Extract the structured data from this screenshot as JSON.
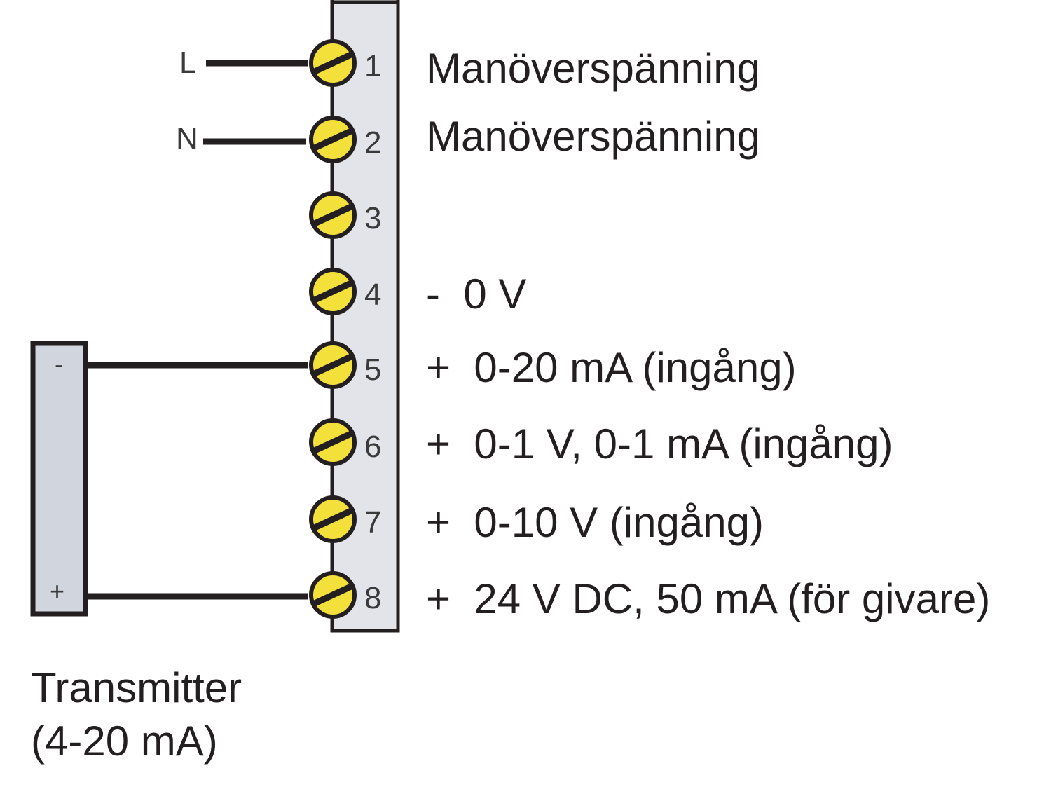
{
  "colors": {
    "strip_fill": "#e3e4e9",
    "screw_fill": "#f4e03a",
    "outline": "#231f20",
    "transmitter_fill": "#d1d5dd"
  },
  "icons": {
    "screw": "screw-terminal-icon"
  },
  "terminals": [
    {
      "num": "1",
      "label": "Manöverspänning",
      "wire": "L"
    },
    {
      "num": "2",
      "label": "Manöverspänning",
      "wire": "N"
    },
    {
      "num": "3",
      "label": "",
      "wire": ""
    },
    {
      "num": "4",
      "label": "-  0 V",
      "wire": ""
    },
    {
      "num": "5",
      "label": "+  0-20 mA (ingång)",
      "wire": ""
    },
    {
      "num": "6",
      "label": "+  0-1 V, 0-1 mA (ingång)",
      "wire": ""
    },
    {
      "num": "7",
      "label": "+  0-10 V (ingång)",
      "wire": ""
    },
    {
      "num": "8",
      "label": "+  24 V DC, 50 mA (för givare)",
      "wire": ""
    }
  ],
  "transmitter": {
    "minus": "-",
    "plus": "+",
    "caption_line1": "Transmitter",
    "caption_line2": "(4-20 mA)",
    "minus_terminal": "5",
    "plus_terminal": "8"
  }
}
